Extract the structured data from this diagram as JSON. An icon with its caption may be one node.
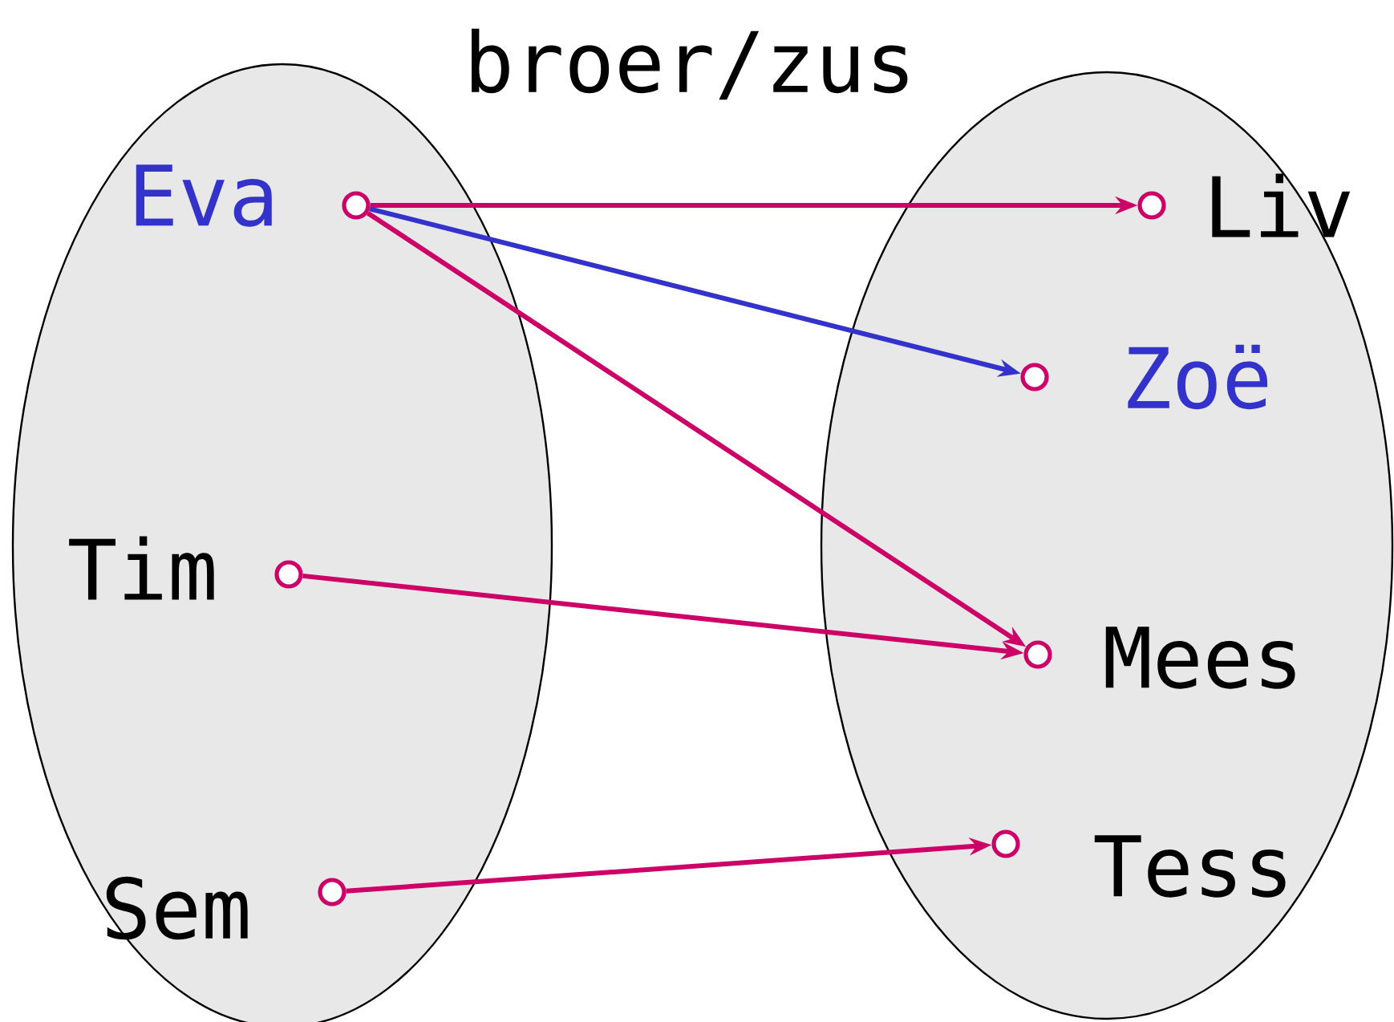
{
  "diagram": {
    "title": "broer/zus",
    "nodes": [
      {
        "text": [],
        "shape": "ellipse"
      },
      {
        "text": [],
        "shape": "ellipse"
      },
      {
        "text": [],
        "shape": "circle",
        "beside": [
          "Eva"
        ],
        "in": 0
      },
      {
        "text": [],
        "shape": "circle",
        "beside": [
          "Tim"
        ],
        "in": 0
      },
      {
        "text": [],
        "shape": "circle",
        "beside": [
          "Sem"
        ],
        "in": 0
      },
      {
        "text": [],
        "shape": "circle",
        "beside": [
          "Liv"
        ],
        "in": 1
      },
      {
        "text": [],
        "shape": "circle",
        "beside": [
          "Zoë"
        ],
        "in": 1
      },
      {
        "text": [],
        "shape": "circle",
        "beside": [
          "Mees"
        ],
        "in": 1
      },
      {
        "text": [],
        "shape": "circle",
        "beside": [
          "Tess"
        ],
        "in": 1
      }
    ],
    "edges": [
      {
        "from": 2,
        "to": 5,
        "arrow": "to"
      },
      {
        "from": 2,
        "to": 6,
        "arrow": "to",
        "color": "#3333cc"
      },
      {
        "from": 2,
        "to": 7,
        "arrow": "to"
      },
      {
        "from": 3,
        "to": 7,
        "arrow": "to"
      },
      {
        "from": 4,
        "to": 8,
        "arrow": "to"
      }
    ]
  }
}
